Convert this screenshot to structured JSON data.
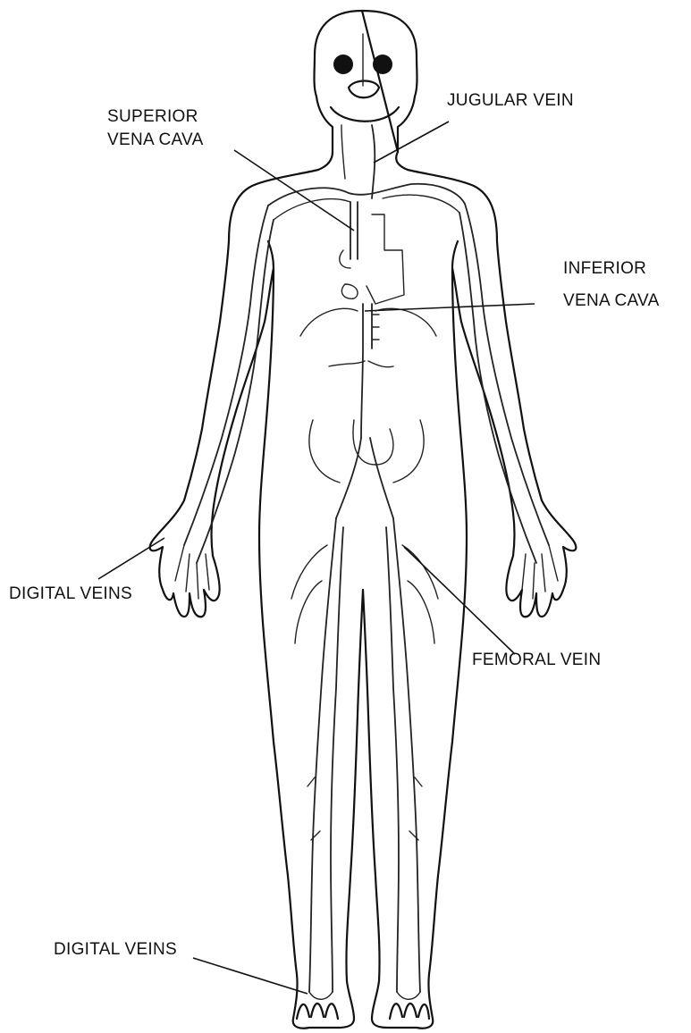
{
  "labels": {
    "superior_vena_cava": [
      "SUPERIOR",
      "VENA CAVA"
    ],
    "jugular_vein": "JUGULAR VEIN",
    "inferior_vena_cava": [
      "INFERIOR",
      "VENA CAVA"
    ],
    "digital_veins_hand": "DIGITAL VEINS",
    "femoral_vein": "FEMORAL VEIN",
    "digital_veins_foot": "DIGITAL VEINS"
  },
  "colors": {
    "line": "#111111",
    "background": "#ffffff"
  }
}
